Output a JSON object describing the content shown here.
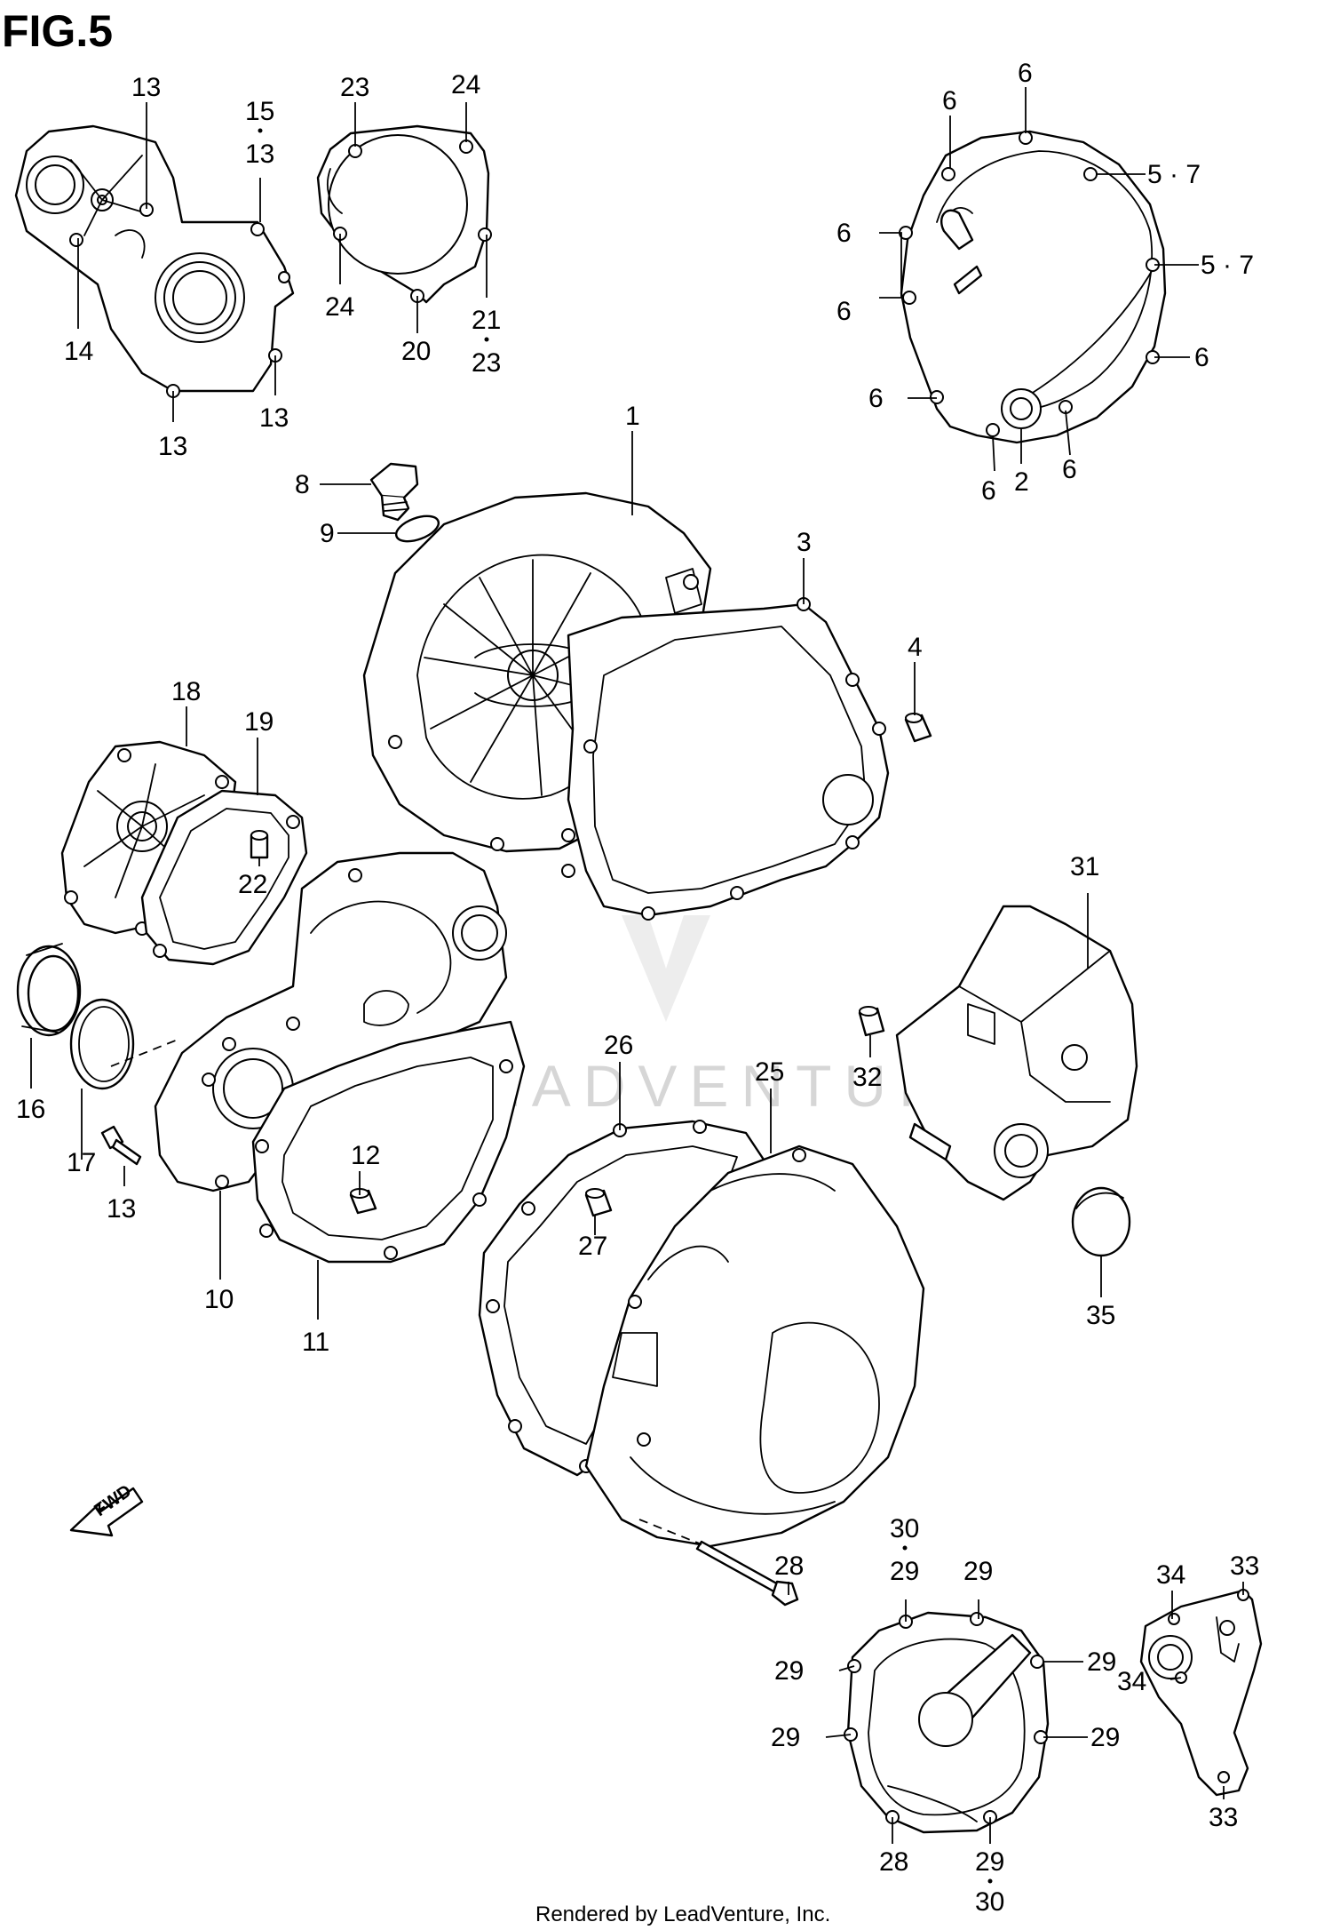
{
  "figure": {
    "title": "FIG.5",
    "footer": "Rendered by LeadVenture, Inc.",
    "watermark": "LEADVENTURE"
  },
  "fwd_label": "FWD",
  "callouts": [
    "13",
    "15",
    "13",
    "14",
    "13",
    "13",
    "23",
    "24",
    "24",
    "20",
    "21",
    "23",
    "6",
    "6",
    "5 · 7",
    "6",
    "5 · 7",
    "6",
    "6",
    "6",
    "6",
    "2",
    "6",
    "8",
    "1",
    "9",
    "3",
    "4",
    "18",
    "19",
    "22",
    "16",
    "17",
    "13",
    "10",
    "11",
    "12",
    "26",
    "25",
    "27",
    "31",
    "32",
    "35",
    "28",
    "30",
    "29",
    "29",
    "29",
    "29",
    "29",
    "29",
    "28",
    "29",
    "30",
    "33",
    "34",
    "34",
    "33"
  ],
  "parts": [
    {
      "name": "crankcase-cover-1"
    },
    {
      "name": "clutch-cover-gasket-3"
    },
    {
      "name": "clutch-cover"
    },
    {
      "name": "pickup-cover"
    },
    {
      "name": "oil-filler-cap-8"
    },
    {
      "name": "o-ring-9"
    },
    {
      "name": "dowel-pin-4"
    },
    {
      "name": "pump-cover-18"
    },
    {
      "name": "gasket-19"
    },
    {
      "name": "dowel-22"
    },
    {
      "name": "oil-seal-16"
    },
    {
      "name": "o-ring-17"
    },
    {
      "name": "bolt-13"
    },
    {
      "name": "cover-10"
    },
    {
      "name": "gasket-11"
    },
    {
      "name": "dowel-12"
    },
    {
      "name": "magneto-cover-25"
    },
    {
      "name": "gasket-26"
    },
    {
      "name": "dowel-27"
    },
    {
      "name": "bolt-28"
    },
    {
      "name": "housing-31"
    },
    {
      "name": "dowel-32"
    },
    {
      "name": "plug-35"
    },
    {
      "name": "starter-cover"
    },
    {
      "name": "plate-33-34"
    }
  ]
}
